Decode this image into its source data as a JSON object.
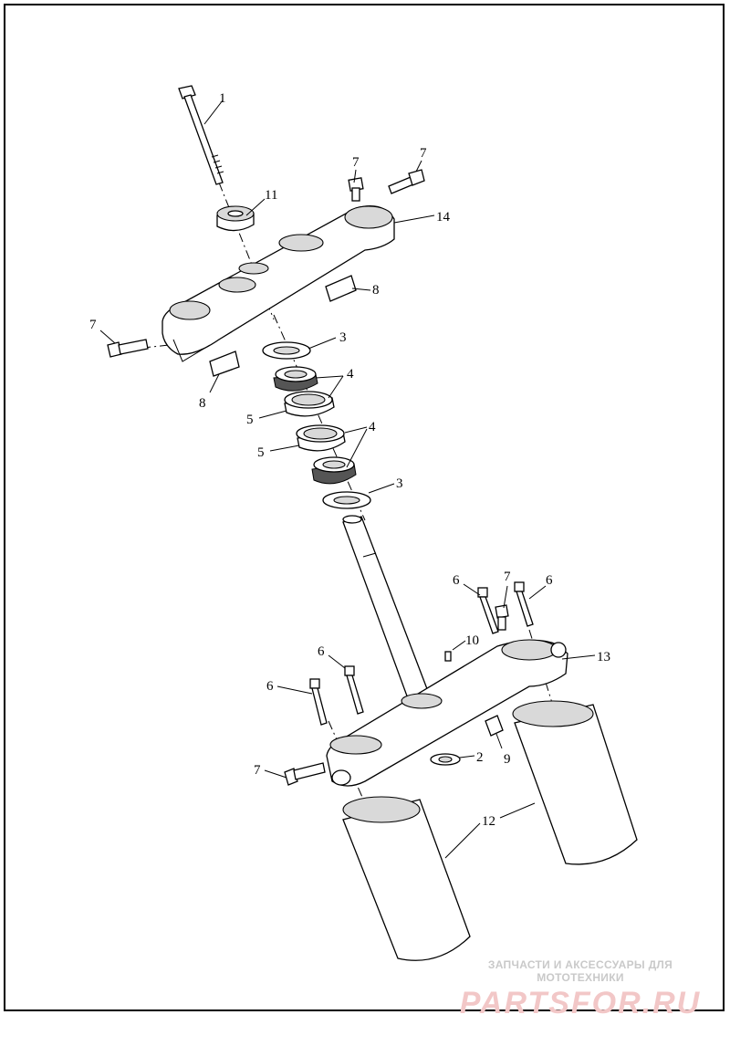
{
  "callouts": {
    "c1": "1",
    "c2": "2",
    "c3a": "3",
    "c3b": "3",
    "c4a": "4",
    "c4b": "4",
    "c5a": "5",
    "c5b": "5",
    "c6a": "6",
    "c6b": "6",
    "c6c": "6",
    "c6d": "6",
    "c7a": "7",
    "c7b": "7",
    "c7c": "7",
    "c7d": "7",
    "c7e": "7",
    "c8a": "8",
    "c8b": "8",
    "c9": "9",
    "c10": "10",
    "c11": "11",
    "c12": "12",
    "c13": "13",
    "c14": "14"
  },
  "watermark": {
    "caption": "ЗАПЧАСТИ И АКСЕССУАРЫ ДЛЯ МОТОТЕХНИКИ",
    "logo": "PARTSFOR.RU"
  }
}
